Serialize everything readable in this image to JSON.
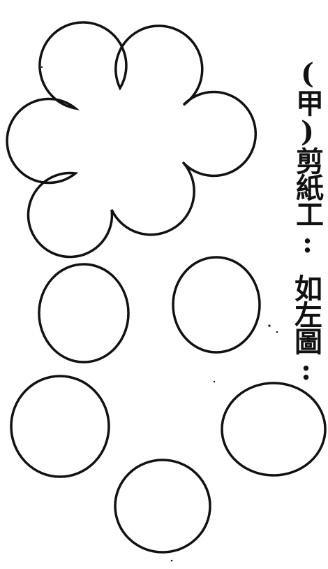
{
  "document": {
    "heading": "(甲)剪紙工:",
    "caption": "如左圖:"
  },
  "figures": {
    "flower": {
      "petals": 6,
      "description_icon": "flower-cutout-outline"
    },
    "circles": {
      "count": 5,
      "icon": "circle-cutout-outline"
    }
  },
  "colors": {
    "ink": "#111111",
    "paper": "#ffffff"
  }
}
